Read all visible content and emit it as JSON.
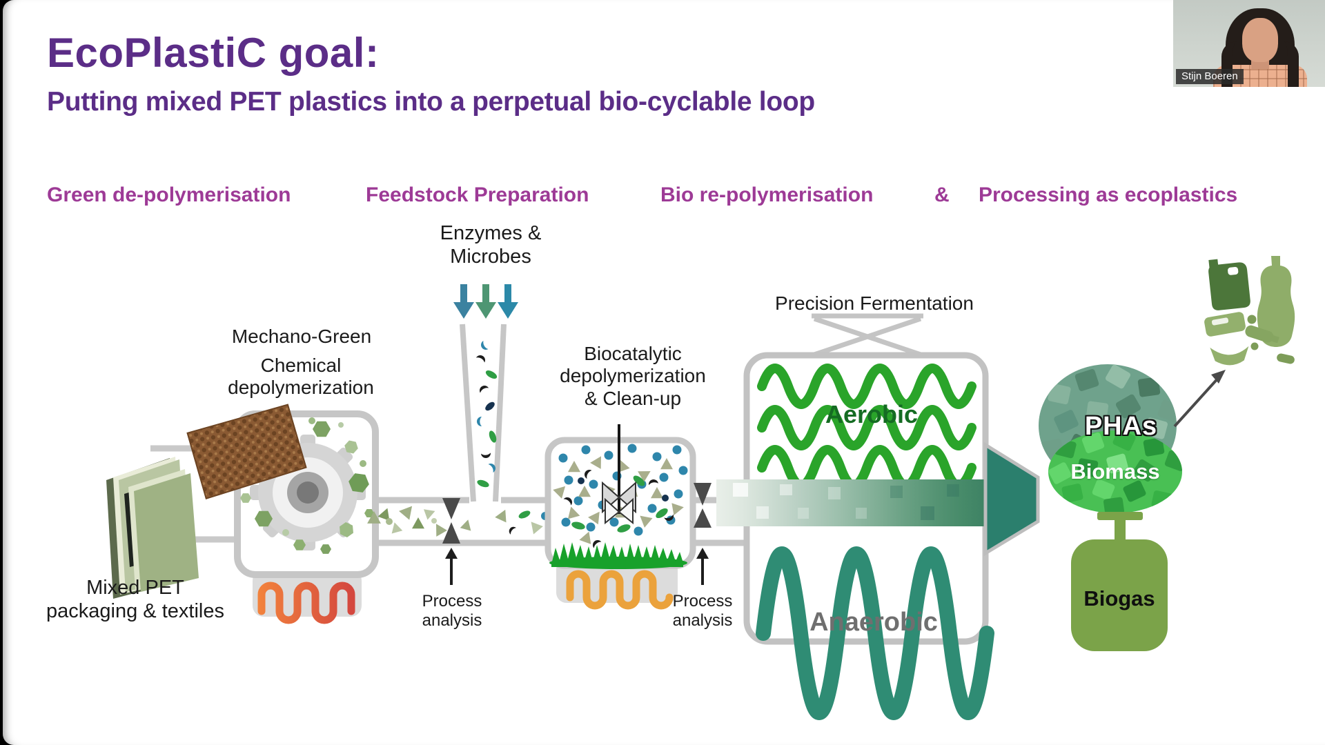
{
  "slide": {
    "title": "EcoPlastiC goal:",
    "subtitle": "Putting mixed PET plastics into a perpetual bio-cyclable loop",
    "stages": [
      "Green de-polymerisation",
      "Feedstock Preparation",
      "Bio re-polymerisation",
      "&",
      "Processing as ecoplastics"
    ]
  },
  "diagram": {
    "enzymes": [
      "Enzymes &",
      "Microbes"
    ],
    "mechano_green": "Mechano-Green",
    "chemical_depolymerization": [
      "Chemical",
      "depolymerization"
    ],
    "mixed_pet": [
      "Mixed PET",
      "packaging & textiles"
    ],
    "process_analysis": [
      "Process",
      "analysis"
    ],
    "biocatalytic": [
      "Biocatalytic",
      "depolymerization",
      "& Clean-up"
    ],
    "precision_fermentation": "Precision Fermentation",
    "aerobic": "Aerobic",
    "anaerobic": "Anaerobic",
    "phas": "PHAs",
    "biomass": "Biomass",
    "biogas": "Biogas"
  },
  "webcam": {
    "name": "Stijn Boeren"
  },
  "colors": {
    "title_purple": "#5b2d87",
    "stage_magenta": "#9d3a96",
    "aerobic_green": "#2aa42a",
    "anaerobic_teal": "#2f8c74",
    "cone_teal": "#2b7f6d",
    "biogas_green": "#7ba349",
    "coil_orange": "#eba23c",
    "coil_red_orange": "#d94f45",
    "pipe_gray": "#c6c6c6",
    "microbe_blue": "#2e86ab",
    "microbe_green": "#2f9e44"
  }
}
